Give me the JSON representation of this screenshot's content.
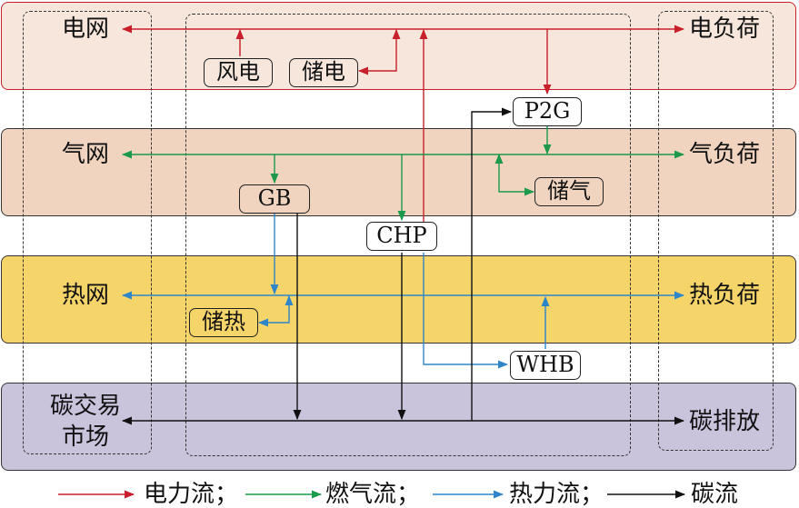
{
  "layers": {
    "power": {
      "left": "电网",
      "right": "电负荷"
    },
    "gas": {
      "left": "气网",
      "right": "气负荷"
    },
    "heat": {
      "left": "热网",
      "right": "热负荷"
    },
    "carbon": {
      "left_line1": "碳交易",
      "left_line2": "市场",
      "right": "碳排放"
    }
  },
  "nodes": {
    "wind": "风电",
    "elec_storage": "储电",
    "p2g": "P2G",
    "gb": "GB",
    "gas_storage": "储气",
    "chp": "CHP",
    "heat_storage": "储热",
    "whb": "WHB"
  },
  "legend": {
    "items": [
      {
        "label": "电力流；",
        "color": "#c8202a"
      },
      {
        "label": "燃气流；",
        "color": "#1a9a4a"
      },
      {
        "label": "热力流；",
        "color": "#2e86c8"
      },
      {
        "label": "碳流",
        "color": "#111111"
      }
    ]
  },
  "colors": {
    "power_band_fill": "#f6e6dc",
    "power_band_border": "#c8202a",
    "gas_band_fill": "#f1d4c0",
    "heat_band_fill": "#f5d46a",
    "carbon_band_fill": "#c9c3dc"
  }
}
